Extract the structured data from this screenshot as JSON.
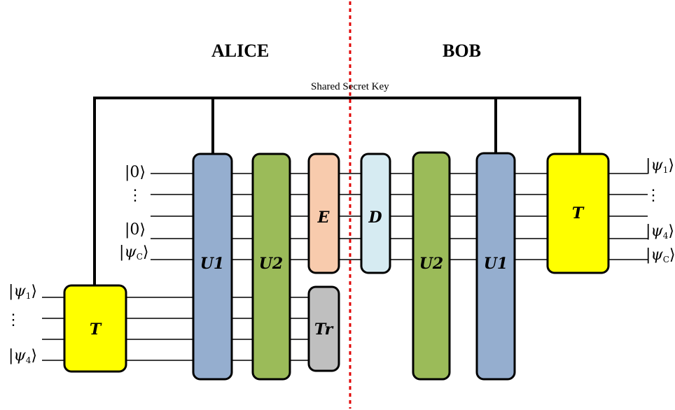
{
  "parties": {
    "alice": "ALICE",
    "bob": "BOB"
  },
  "key_label": "Shared Secret Key",
  "inputs": {
    "ancilla_top": "0",
    "ancilla_bottom": "0",
    "control": "ψ",
    "control_sub": "C",
    "data_top": "ψ",
    "data_top_sub": "1",
    "data_bottom": "ψ",
    "data_bottom_sub": "4",
    "dots": "⋮"
  },
  "outputs": {
    "out1": "ψ",
    "out1_sub": "1",
    "dots": "⋮",
    "out4": "ψ",
    "out4_sub": "4",
    "outc": "ψ",
    "outc_sub": "C"
  },
  "gates": {
    "t_alice": "T",
    "u1_alice": "U1",
    "u2_alice": "U2",
    "encode": "E",
    "trace": "Tr",
    "decode": "D",
    "u2_bob": "U2",
    "u1_bob": "U1",
    "t_bob": "T"
  },
  "colors": {
    "yellow": "#FFFF00",
    "blue": "#95AECF",
    "green": "#9BBB59",
    "orange": "#F8CBAD",
    "lightblue": "#D6EBF2",
    "gray": "#BFBFBF",
    "divider": "#E00000"
  }
}
